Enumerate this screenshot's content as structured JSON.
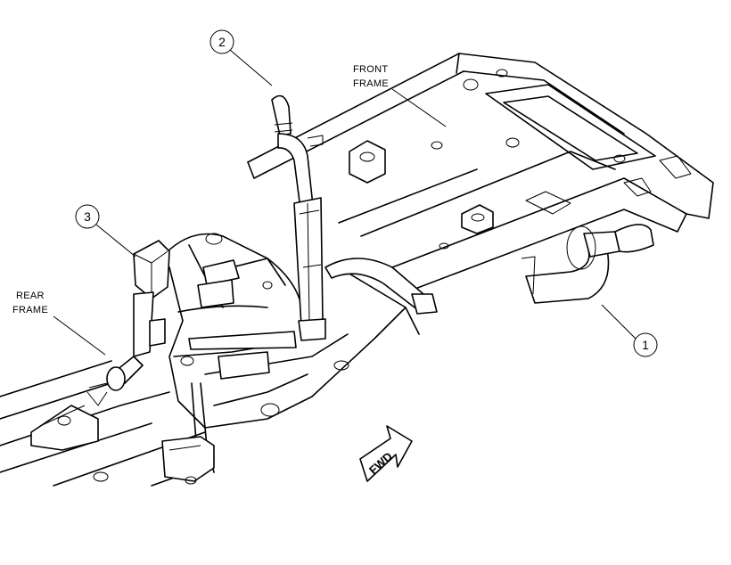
{
  "labels": {
    "front_frame_line1": "FRONT",
    "front_frame_line2": "FRAME",
    "rear_frame_line1": "REAR",
    "rear_frame_line2": "FRAME",
    "forward": "FWD"
  },
  "callouts": [
    {
      "number": "1"
    },
    {
      "number": "2"
    },
    {
      "number": "3"
    }
  ]
}
